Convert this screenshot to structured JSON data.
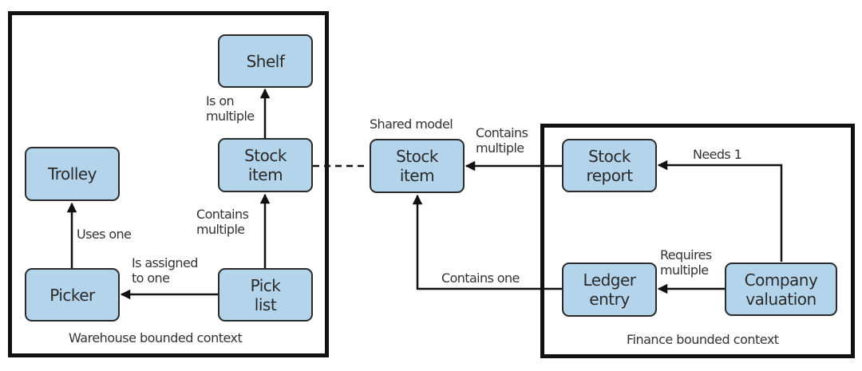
{
  "contexts": {
    "warehouse": {
      "label": "Warehouse bounded context"
    },
    "finance": {
      "label": "Finance bounded context"
    }
  },
  "shared": {
    "label": "Shared model"
  },
  "nodes": {
    "shelf": "Shelf",
    "trolley": "Trolley",
    "wh_stock_item": "Stock\nitem",
    "picker": "Picker",
    "pick_list": "Pick\nlist",
    "shared_stock_item": "Stock\nitem",
    "stock_report": "Stock\nreport",
    "ledger_entry": "Ledger\nentry",
    "company_valuation": "Company\nvaluation"
  },
  "edges": {
    "is_on_multiple": "Is on\nmultiple",
    "contains_multiple_wh": "Contains\nmultiple",
    "uses_one": "Uses one",
    "is_assigned_to_one": "Is assigned\nto one",
    "contains_multiple_fin": "Contains\nmultiple",
    "contains_one": "Contains one",
    "needs_1": "Needs 1",
    "requires_multiple": "Requires\nmultiple"
  },
  "colors": {
    "node_fill": "#b3d4ea",
    "border": "#111111"
  }
}
